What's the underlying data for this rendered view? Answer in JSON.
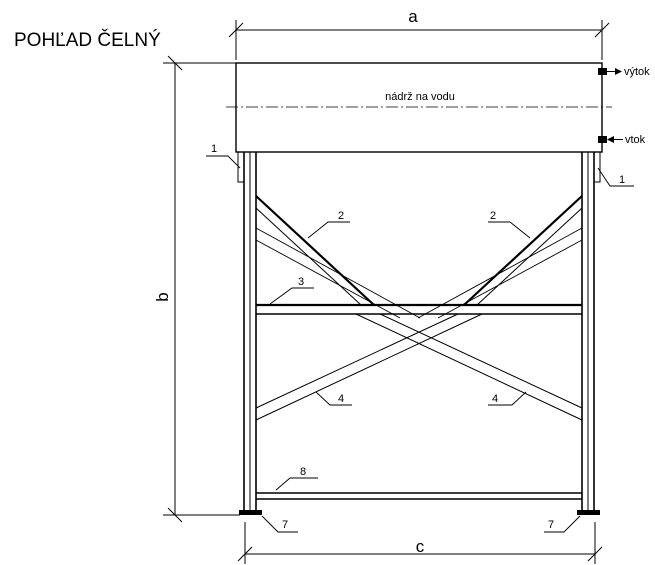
{
  "view_title": "POHĽAD ČELNÝ",
  "tank_label": "nádrž na vodu",
  "ports": {
    "outlet": "výtok",
    "inlet": "vtok"
  },
  "dimensions": {
    "a": "a",
    "b": "b",
    "c": "c"
  },
  "callouts": {
    "left_bracket": "1",
    "right_bracket": "1",
    "left_diagonal_brace": "2",
    "right_diagonal_brace": "2",
    "cross_beam": "3",
    "left_cross_brace": "4",
    "right_cross_brace": "4",
    "bottom_beam": "8",
    "left_foot": "7",
    "right_foot": "7"
  }
}
